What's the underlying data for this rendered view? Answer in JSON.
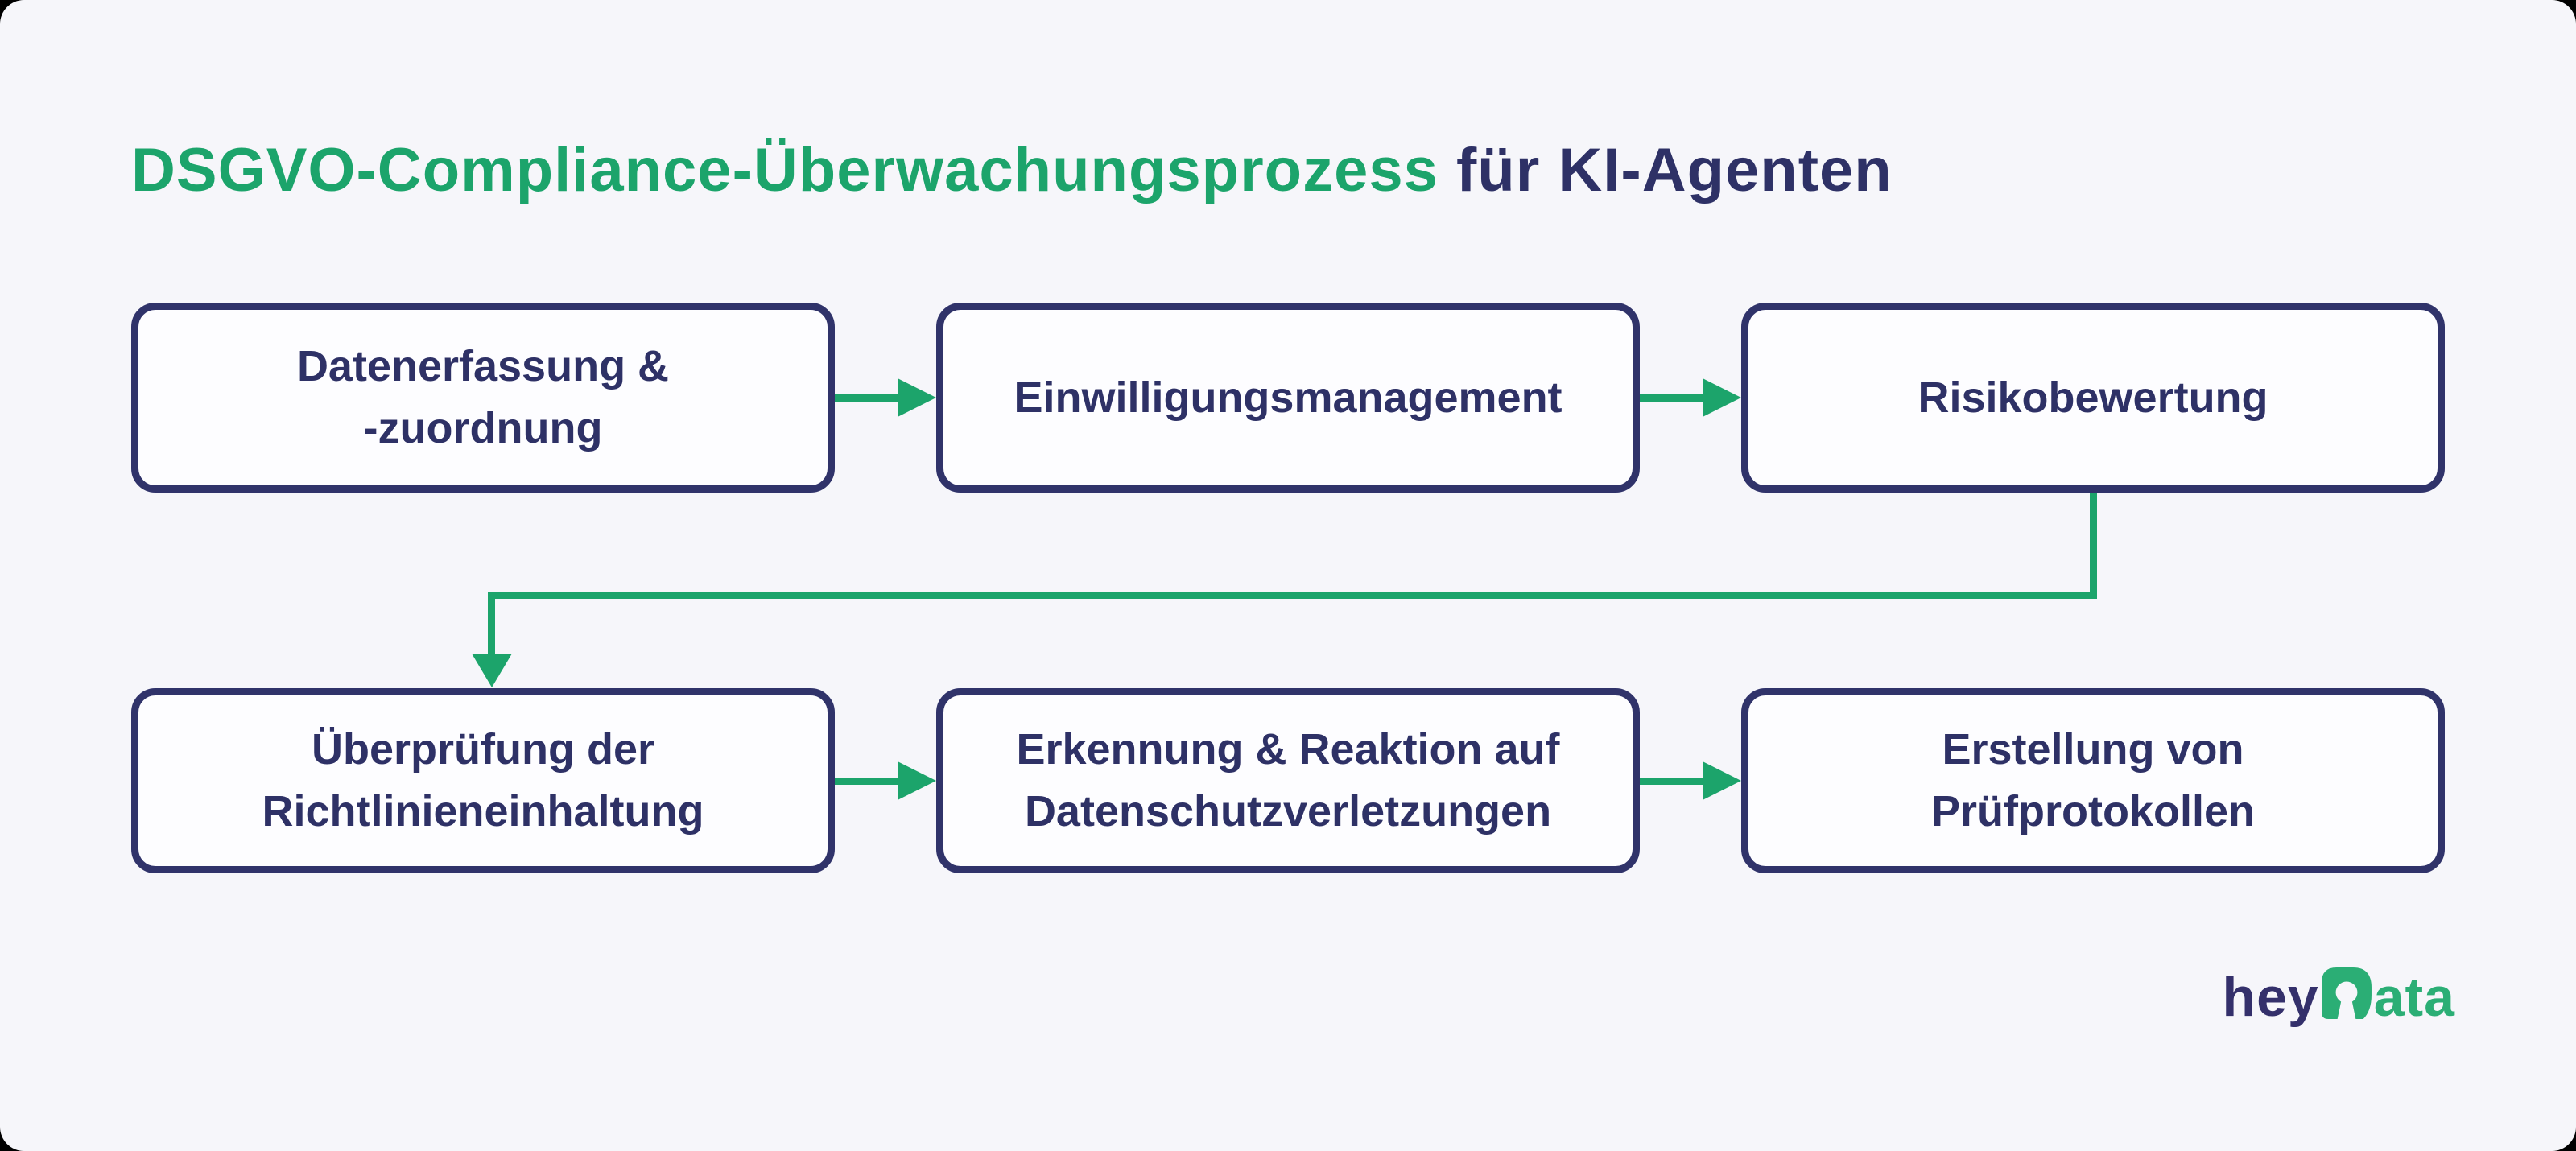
{
  "title": {
    "highlight": "DSGVO-Compliance-Überwachungsprozess",
    "rest": "für KI-Agenten"
  },
  "boxes": [
    {
      "id": "datenerfassung-zuordnung",
      "label": "Datenerfassung &\n-zuordnung"
    },
    {
      "id": "einwilligungsmanagement",
      "label": "Einwilligungsmanagement"
    },
    {
      "id": "risikobewertung",
      "label": "Risikobewertung"
    },
    {
      "id": "ueberpruefung-richtlinien",
      "label": "Überprüfung der\nRichtlinieneinhaltung"
    },
    {
      "id": "erkennung-reaktion",
      "label": "Erkennung & Reaktion auf\nDatenschutzverletzungen"
    },
    {
      "id": "erstellung-pruefprotokolle",
      "label": "Erstellung von\nPrüfprotokollen"
    }
  ],
  "logo": {
    "prefix": "hey",
    "suffix": "ata",
    "icon": "keyhole-d-icon"
  },
  "colors": {
    "green": "#1CA46B",
    "navy": "#2E3166",
    "box_border": "#30336A",
    "background": "#F6F6FA",
    "box_fill": "#FDFDFF",
    "logo_navy": "#34306B",
    "logo_green": "#2BAE75",
    "canvas": "#000000"
  }
}
